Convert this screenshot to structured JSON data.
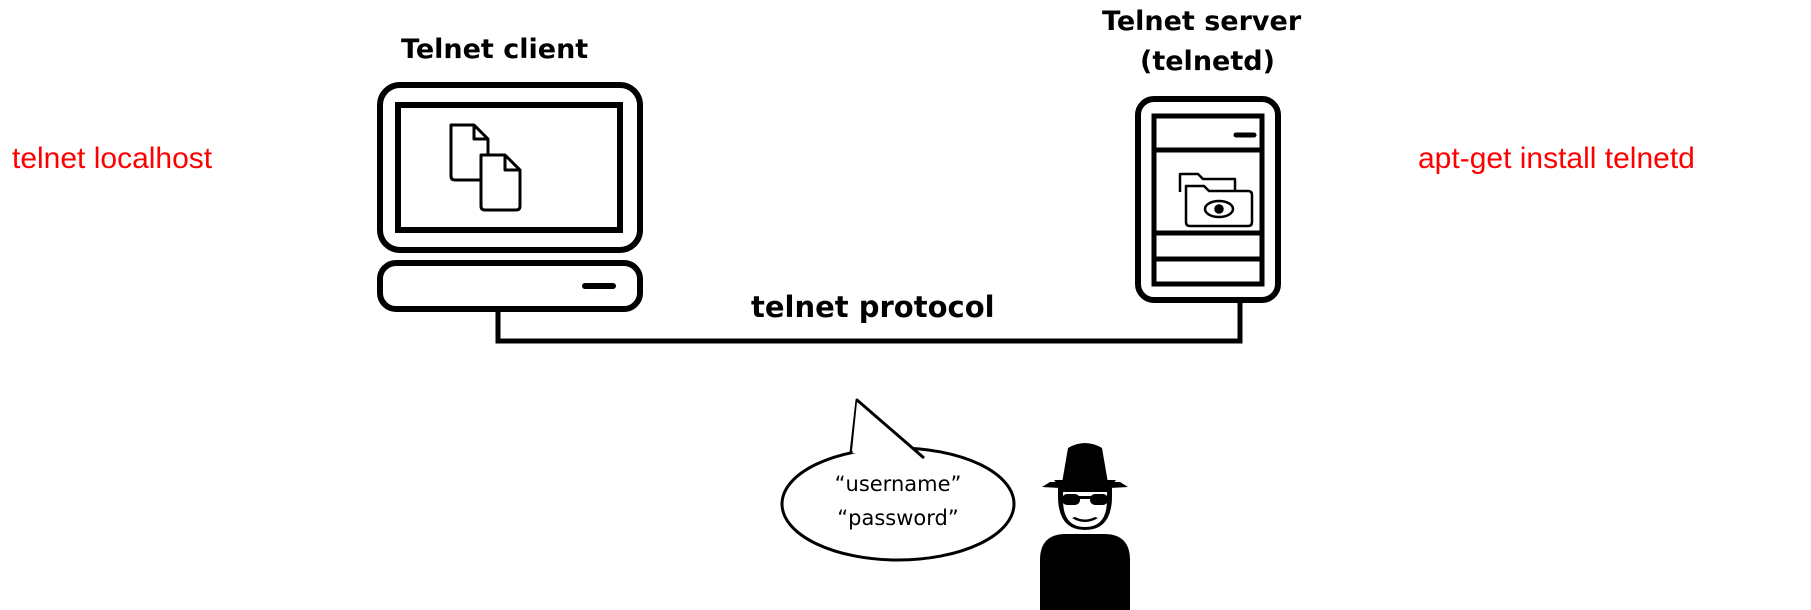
{
  "client": {
    "title": "Telnet client",
    "command": "telnet localhost"
  },
  "server": {
    "title_line1": "Telnet server",
    "title_line2": "(telnetd)",
    "command": "apt-get install telnetd"
  },
  "link": {
    "label": "telnet protocol"
  },
  "bubble": {
    "line1": "“username”",
    "line2": "“password”"
  },
  "colors": {
    "command_text": "#ff0000",
    "stroke": "#000000"
  },
  "icons": {
    "client_screen": "documents-icon",
    "server_drive": "folder-eye-icon",
    "eavesdropper": "spy-icon"
  }
}
